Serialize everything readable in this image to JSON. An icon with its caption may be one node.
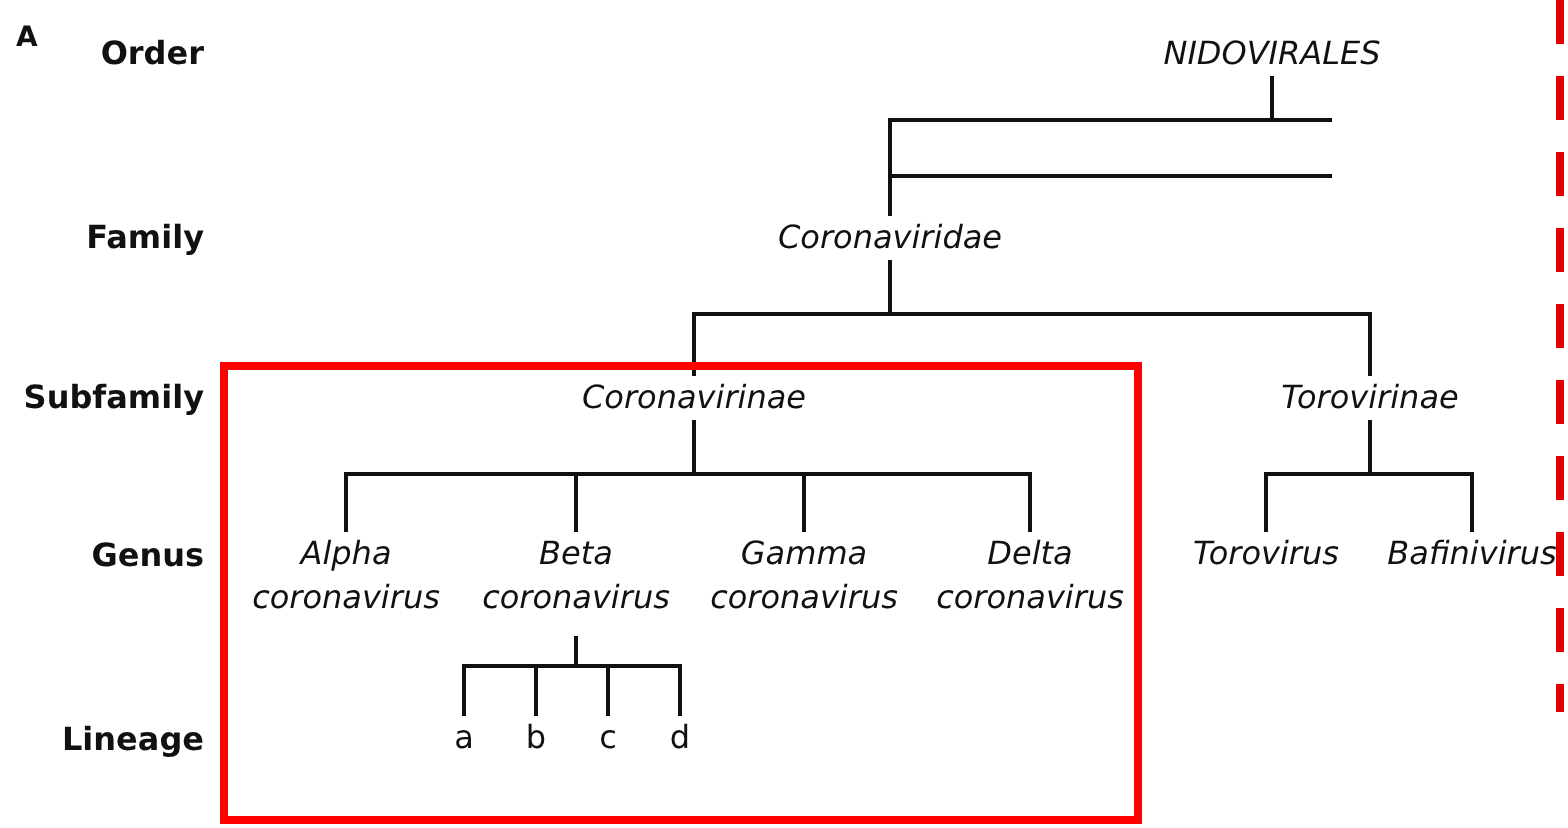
{
  "diagram": {
    "nodes": [
      {
        "text": [
          "NIDOVIRALES"
        ]
      },
      {
        "text": [
          "Coronaviridae"
        ]
      },
      {
        "text": [],
        "shape": "box"
      },
      {
        "text": [
          "Coronavirinae"
        ],
        "in": 2
      },
      {
        "text": [
          "Torovirinae"
        ]
      },
      {
        "text": [
          "Alpha coronavirus"
        ],
        "in": 2
      },
      {
        "text": [
          "Beta coronavirus"
        ],
        "in": 2
      },
      {
        "text": [
          "Gamma coronavirus"
        ],
        "in": 2
      },
      {
        "text": [
          "Delta coronavirus"
        ],
        "in": 2
      },
      {
        "text": [
          "Torovirus"
        ]
      },
      {
        "text": [
          "Bafinivirus"
        ]
      },
      {
        "text": [
          "a"
        ],
        "in": 2
      },
      {
        "text": [
          "b"
        ],
        "in": 2
      },
      {
        "text": [
          "c"
        ],
        "in": 2
      },
      {
        "text": [
          "d"
        ],
        "in": 2
      }
    ],
    "edges": [
      {
        "from": 0,
        "to": 1,
        "arrow": "none"
      },
      {
        "from": 1,
        "to": null,
        "arrow": "none"
      },
      {
        "from": 1,
        "to": 3,
        "arrow": "none"
      },
      {
        "from": 1,
        "to": 4,
        "arrow": "none"
      },
      {
        "from": 3,
        "to": 5,
        "arrow": "none"
      },
      {
        "from": 3,
        "to": 6,
        "arrow": "none"
      },
      {
        "from": 3,
        "to": 7,
        "arrow": "none"
      },
      {
        "from": 3,
        "to": 8,
        "arrow": "none"
      },
      {
        "from": 4,
        "to": 9,
        "arrow": "none"
      },
      {
        "from": 4,
        "to": 10,
        "arrow": "none"
      },
      {
        "from": 6,
        "to": 11,
        "arrow": "none"
      },
      {
        "from": 6,
        "to": 12,
        "arrow": "none"
      },
      {
        "from": 6,
        "to": 13,
        "arrow": "none"
      },
      {
        "from": 6,
        "to": 14,
        "arrow": "none"
      }
    ],
    "labels": [
      "A",
      "Order",
      "Family",
      "Subfamily",
      "Genus",
      "Lineage"
    ]
  }
}
